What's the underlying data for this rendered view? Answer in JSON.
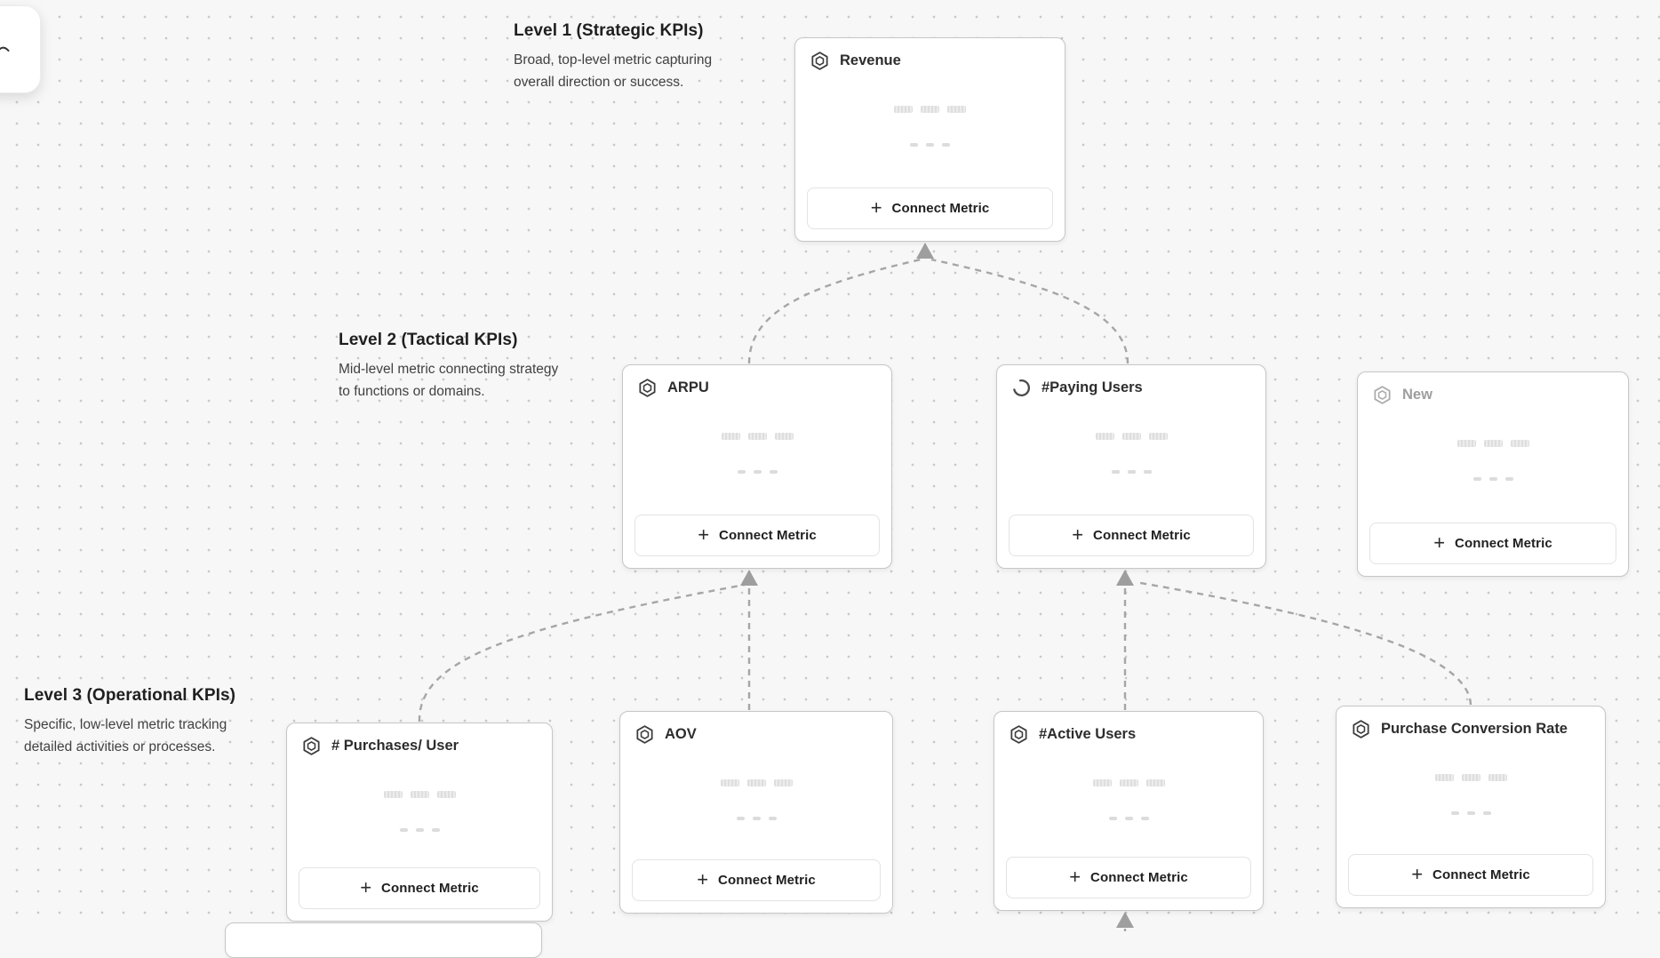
{
  "colors": {
    "canvas_background": "#f7f7f7",
    "canvas_dot": "#c9c9c9",
    "card_background": "#ffffff",
    "card_border": "#c6c6c6",
    "card_title": "#2d2d2d",
    "muted_title": "#9e9e9e",
    "connector": "#a6a6a6",
    "arrowhead": "#9e9e9e",
    "skeleton_bar": "#e0e0e0"
  },
  "labels": {
    "connect_metric": "Connect Metric",
    "plus": "+"
  },
  "levels": [
    {
      "title": "Level 1 (Strategic KPIs)",
      "description": "Broad, top-level metric capturing overall direction or success."
    },
    {
      "title": "Level 2 (Tactical KPIs)",
      "description": "Mid-level metric connecting strategy to functions or domains."
    },
    {
      "title": "Level 3 (Operational KPIs)",
      "description": "Specific, low-level metric tracking detailed activities or processes."
    }
  ],
  "cards": {
    "revenue": {
      "title": "Revenue",
      "icon": "hexagon-icon",
      "level": 1
    },
    "arpu": {
      "title": "ARPU",
      "icon": "hexagon-icon",
      "level": 2
    },
    "paying_users": {
      "title": "#Paying Users",
      "icon": "spinner-icon",
      "level": 2
    },
    "new_metric": {
      "title": "New",
      "icon": "hexagon-icon",
      "level": 2,
      "muted": true
    },
    "purchases_per_user": {
      "title": "# Purchases/ User",
      "icon": "hexagon-icon",
      "level": 3
    },
    "aov": {
      "title": "AOV",
      "icon": "hexagon-icon",
      "level": 3
    },
    "active_users": {
      "title": "#Active Users",
      "icon": "hexagon-icon",
      "level": 3
    },
    "purchase_conversion_rate": {
      "title": "Purchase Conversion Rate",
      "icon": "hexagon-icon",
      "level": 3
    }
  }
}
